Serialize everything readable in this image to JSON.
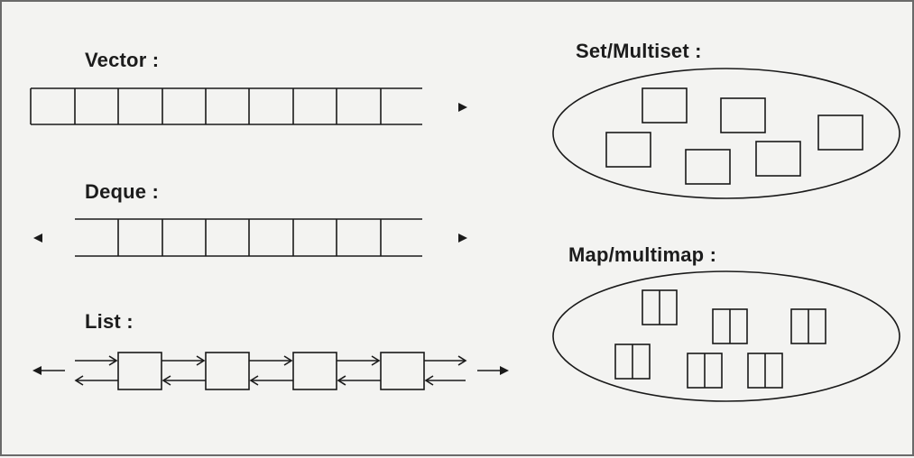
{
  "panels": {
    "vector": {
      "label": "Vector :"
    },
    "deque": {
      "label": "Deque :"
    },
    "list": {
      "label": "List :"
    },
    "set": {
      "label": "Set/Multiset :"
    },
    "map": {
      "label": "Map/multimap :"
    }
  },
  "colors": {
    "ink": "#1a1a1a",
    "background": "#f3f3f1",
    "border": "#6a6a6a"
  }
}
